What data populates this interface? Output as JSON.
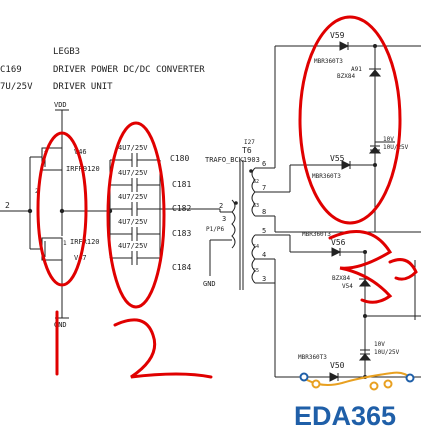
{
  "header": {
    "sheet_id": "LEGB3",
    "title": "DRIVER POWER DC/DC CONVERTER",
    "subtitle": "DRIVER UNIT",
    "left_ref_top": "C169",
    "left_ref_bottom": "7U/25V"
  },
  "nets": {
    "vdd": "VDD",
    "gnd_left": "GND",
    "gnd_mid": "GND",
    "left_node": "2"
  },
  "mosfets": {
    "top_ref": "V46",
    "top_part": "IRFR9120",
    "bottom_ref": "V47",
    "bottom_part": "IRFR120",
    "pin_a": "1",
    "pin_b": "2"
  },
  "capacitors": [
    {
      "value": "4U7/25V",
      "ref": "C180"
    },
    {
      "value": "4U7/25V",
      "ref": "C181"
    },
    {
      "value": "4U7/25V",
      "ref": "C182"
    },
    {
      "value": "4U7/25V",
      "ref": "C183"
    },
    {
      "value": "4U7/25V",
      "ref": "C184"
    }
  ],
  "transformer": {
    "ref_top": "I27",
    "ref": "T6",
    "part": "TRAFO_BCK1903",
    "primary_label": "P1/P6",
    "primary_pins": [
      "2",
      "3"
    ],
    "secondary_pins": [
      "6",
      "7",
      "8",
      "5",
      "4",
      "3"
    ],
    "small_labels": [
      "S2",
      "S3",
      "S4",
      "S5"
    ]
  },
  "diodes": {
    "top_ref": "V59",
    "top_part": "MBR360T3",
    "mid_ref": "V55",
    "mid_part": "MBR360T3",
    "low_ref": "V56",
    "low_part": "MBR360T3",
    "bottom_ref": "V50",
    "bottom_part": "MBR360T3",
    "zener_top_ref": "A91",
    "zener_top_part": "BZX84",
    "zener_low_ref": "V54",
    "zener_low_part": "BZX84"
  },
  "right_caps": {
    "cap_top": "10V",
    "cap_top_part": "10U/25V",
    "cap_bottom": "10V",
    "cap_bottom_part": "10U/25V"
  },
  "annotations": {
    "mark_one": "1",
    "mark_two": "2"
  },
  "watermark": {
    "text": "EDA365"
  },
  "colors": {
    "ink": "#222222",
    "annotation": "#e00000",
    "logo": "#1f5fa8",
    "logo_accent": "#e8a020"
  }
}
